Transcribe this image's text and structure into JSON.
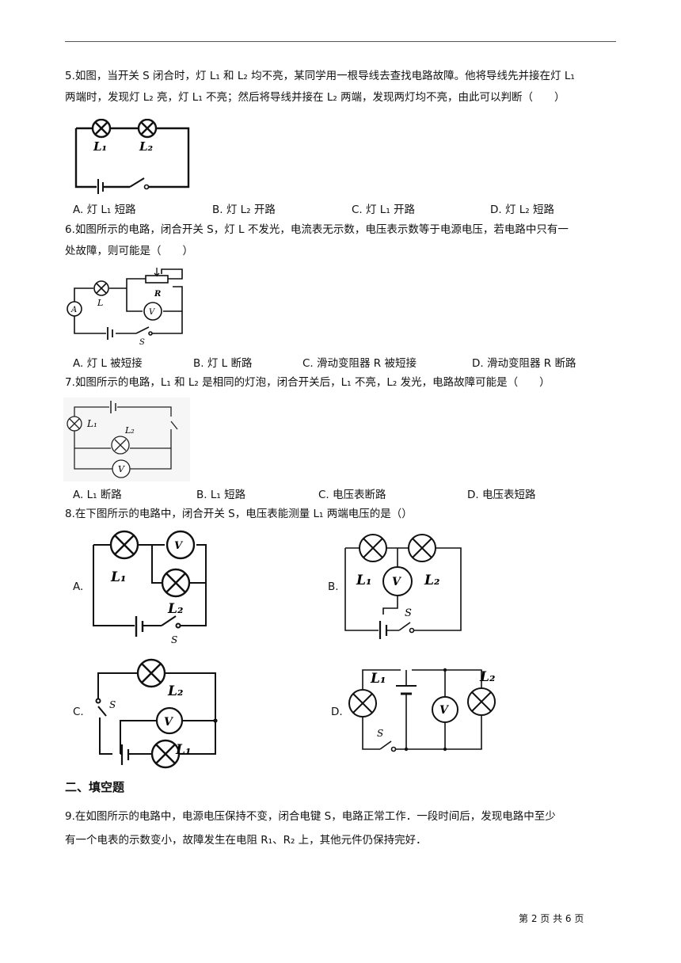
{
  "page": {
    "footer": "第 2 页 共 6 页",
    "section_title": "二、填空题"
  },
  "q5": {
    "stem_1": "5.如图，当开关 S 闭合时，灯 L₁ 和 L₂ 均不亮，某同学用一根导线去查找电路故障。他将导线先并接在灯 L₁",
    "stem_2": "两端时，发现灯 L₂ 亮，灯 L₁ 不亮；然后将导线并接在 L₂ 两端，发现两灯均不亮，由此可以判断（　　）",
    "options": [
      "A. 灯 L₁ 短路",
      "B. 灯 L₂ 开路",
      "C. 灯 L₁ 开路",
      "D. 灯 L₂ 短路"
    ],
    "fig_labels": [
      "L₁",
      "L₂"
    ]
  },
  "q6": {
    "stem_1": "6.如图所示的电路，闭合开关 S，灯 L 不发光，电流表无示数，电压表示数等于电源电压，若电路中只有一",
    "stem_2": "处故障，则可能是（　　）",
    "options": [
      "A. 灯 L 被短接",
      "B. 灯 L 断路",
      "C. 滑动变阻器 R 被短接",
      "D. 滑动变阻器 R 断路"
    ],
    "fig_labels": [
      "L",
      "R",
      "S",
      "A",
      "V"
    ]
  },
  "q7": {
    "stem_1": "7.如图所示的电路，L₁ 和 L₂ 是相同的灯泡，闭合开关后，L₁ 不亮，L₂ 发光，电路故障可能是（　　）",
    "options": [
      "A. L₁ 断路",
      "B. L₁ 短路",
      "C. 电压表断路",
      "D. 电压表短路"
    ],
    "fig_labels": [
      "L₁",
      "L₂",
      "V"
    ]
  },
  "q8": {
    "stem_1": "8.在下图所示的电路中，闭合开关 S，电压表能测量 L₁ 两端电压的是（）",
    "option_labels": [
      "A.",
      "B.",
      "C.",
      "D."
    ],
    "fig_labels": [
      "L₁",
      "L₂",
      "S",
      "V"
    ]
  },
  "q9": {
    "stem_1": "9.在如图所示的电路中，电源电压保持不变，闭合电键 S，电路正常工作．一段时间后，发现电路中至少",
    "stem_2": "有一个电表的示数变小，故障发生在电阻 R₁、R₂ 上，其他元件仍保持完好．"
  }
}
